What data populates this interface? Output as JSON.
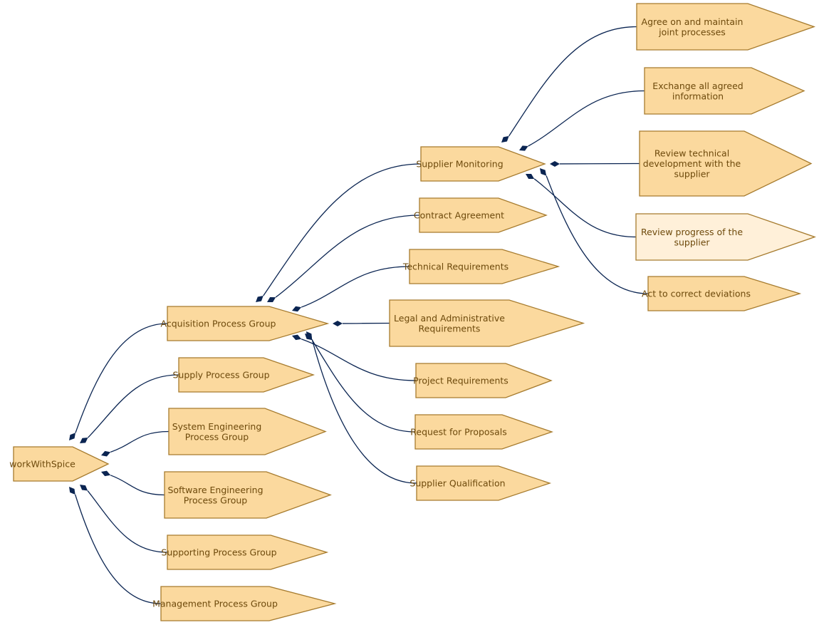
{
  "diagram": {
    "colors": {
      "node_fill": "#fbd99e",
      "node_fill_highlight": "#fff0d9",
      "node_stroke": "#a67b2e",
      "text": "#6e4a0c",
      "edge": "#0b2552"
    },
    "nodes": [
      {
        "id": "root",
        "lines": [
          "workWithSpice"
        ]
      },
      {
        "id": "acq",
        "lines": [
          "Acquisition Process Group"
        ]
      },
      {
        "id": "sup",
        "lines": [
          "Supply Process Group"
        ]
      },
      {
        "id": "syseng",
        "lines": [
          "System Engineering",
          "Process Group"
        ]
      },
      {
        "id": "sweng",
        "lines": [
          "Software Engineering",
          "Process Group"
        ]
      },
      {
        "id": "support",
        "lines": [
          "Supporting Process Group"
        ]
      },
      {
        "id": "mgmt",
        "lines": [
          "Management Process Group"
        ]
      },
      {
        "id": "supmon",
        "lines": [
          "Supplier Monitoring"
        ]
      },
      {
        "id": "contract",
        "lines": [
          "Contract Agreement"
        ]
      },
      {
        "id": "techreq",
        "lines": [
          "Technical Requirements"
        ]
      },
      {
        "id": "legal",
        "lines": [
          "Legal and Administrative",
          "Requirements"
        ]
      },
      {
        "id": "projreq",
        "lines": [
          "Project Requirements"
        ]
      },
      {
        "id": "rfp",
        "lines": [
          "Request for Proposals"
        ]
      },
      {
        "id": "qual",
        "lines": [
          "Supplier Qualification"
        ]
      },
      {
        "id": "agree",
        "lines": [
          "Agree on and maintain",
          "joint processes"
        ]
      },
      {
        "id": "exchange",
        "lines": [
          "Exchange all agreed",
          "information"
        ]
      },
      {
        "id": "reviewtech",
        "lines": [
          "Review technical",
          "development with the",
          "supplier"
        ]
      },
      {
        "id": "reviewprog",
        "lines": [
          "Review progress of the",
          "supplier"
        ],
        "highlight": true
      },
      {
        "id": "act",
        "lines": [
          "Act to correct deviations"
        ]
      }
    ],
    "edges": [
      [
        "root",
        "acq"
      ],
      [
        "root",
        "sup"
      ],
      [
        "root",
        "syseng"
      ],
      [
        "root",
        "sweng"
      ],
      [
        "root",
        "support"
      ],
      [
        "root",
        "mgmt"
      ],
      [
        "acq",
        "supmon"
      ],
      [
        "acq",
        "contract"
      ],
      [
        "acq",
        "techreq"
      ],
      [
        "acq",
        "legal"
      ],
      [
        "acq",
        "projreq"
      ],
      [
        "acq",
        "rfp"
      ],
      [
        "acq",
        "qual"
      ],
      [
        "supmon",
        "agree"
      ],
      [
        "supmon",
        "exchange"
      ],
      [
        "supmon",
        "reviewtech"
      ],
      [
        "supmon",
        "reviewprog"
      ],
      [
        "supmon",
        "act"
      ]
    ]
  }
}
